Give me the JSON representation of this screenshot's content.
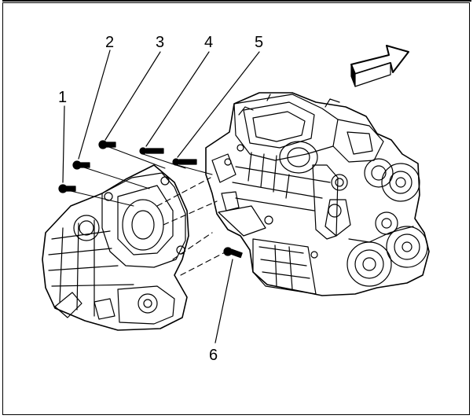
{
  "figure": {
    "callouts": [
      {
        "id": "c1",
        "label": "1"
      },
      {
        "id": "c2",
        "label": "2"
      },
      {
        "id": "c3",
        "label": "3"
      },
      {
        "id": "c4",
        "label": "4"
      },
      {
        "id": "c5",
        "label": "5"
      },
      {
        "id": "c6",
        "label": "6"
      }
    ],
    "parts": [
      {
        "id": "transaxle",
        "icon": "transaxle-drawing"
      },
      {
        "id": "engine",
        "icon": "engine-drawing"
      },
      {
        "id": "direction-arrow",
        "icon": "front-direction-arrow-icon"
      }
    ]
  }
}
